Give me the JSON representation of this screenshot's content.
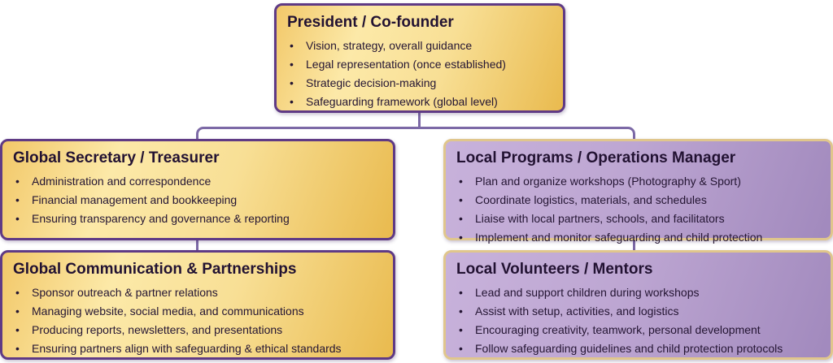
{
  "diagram": {
    "type": "org-chart",
    "background": "#ffffff",
    "colors": {
      "gold_fill_light": "#fce9a8",
      "gold_fill_dark": "#e9ba4e",
      "gold_node_border": "#5f3a85",
      "purple_fill_light": "#c8b2db",
      "purple_fill_dark": "#a189bd",
      "purple_node_border": "#e0c68c",
      "connector": "#7c69a6",
      "text": "#241533"
    },
    "nodes": {
      "president": {
        "title": "President / Co-founder",
        "style": "gold",
        "items": [
          "Vision, strategy, overall guidance",
          "Legal representation (once established)",
          "Strategic decision-making",
          "Safeguarding framework (global level)"
        ]
      },
      "secretary": {
        "title": "Global Secretary / Treasurer",
        "style": "gold",
        "items": [
          "Administration and correspondence",
          "Financial management and bookkeeping",
          "Ensuring transparency and governance & reporting"
        ]
      },
      "programs": {
        "title": "Local Programs / Operations Manager",
        "style": "purple",
        "items": [
          "Plan and organize workshops (Photography & Sport)",
          "Coordinate logistics, materials, and schedules",
          "Liaise with local partners, schools, and facilitators",
          "Implement and monitor safeguarding and child protection"
        ]
      },
      "communication": {
        "title": "Global Communication & Partnerships",
        "style": "gold",
        "items": [
          "Sponsor outreach & partner relations",
          "Managing website, social media, and communications",
          "Producing reports, newsletters, and presentations",
          "Ensuring partners align with safeguarding & ethical standards"
        ]
      },
      "volunteers": {
        "title": "Local Volunteers / Mentors",
        "style": "purple",
        "items": [
          "Lead and support children during workshops",
          "Assist with setup, activities, and logistics",
          "Encouraging creativity, teamwork, personal development",
          "Follow safeguarding guidelines and child protection protocols"
        ]
      }
    },
    "edges": [
      {
        "from": "president",
        "to": "secretary"
      },
      {
        "from": "president",
        "to": "programs"
      },
      {
        "from": "secretary",
        "to": "communication"
      },
      {
        "from": "programs",
        "to": "volunteers"
      }
    ]
  }
}
